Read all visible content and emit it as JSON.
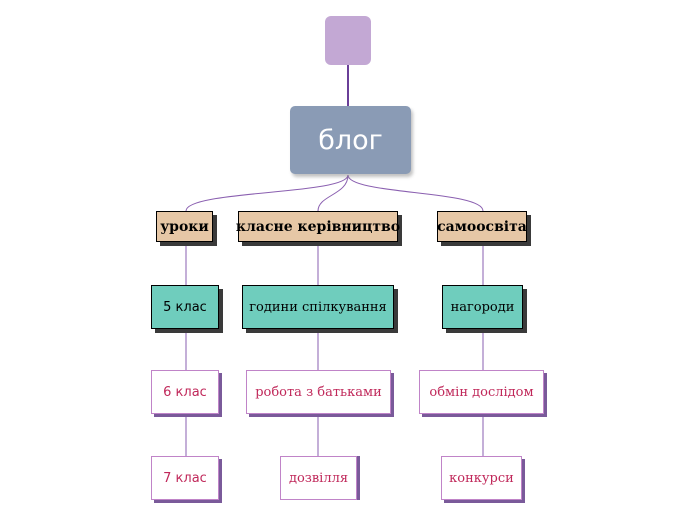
{
  "diagram": {
    "root": {
      "label": "блог"
    },
    "branches": [
      {
        "label": "уроки",
        "children": [
          "5  клас",
          "6  клас",
          "7  клас"
        ]
      },
      {
        "label": "класне керівництво",
        "children": [
          "години  спілкування",
          "робота  з  батьками",
          "дозвілля"
        ]
      },
      {
        "label": "самоосвіта",
        "children": [
          "нагороди",
          "обмін  дослідом",
          "конкурси"
        ]
      }
    ]
  },
  "colors": {
    "top_box": "#c3a8d4",
    "root_box": "#8a9bb5",
    "category_box": "#e6c7a6",
    "teal_box": "#6fcdbd",
    "connector": "#8a5fb0",
    "child_text": "#c0285a"
  }
}
